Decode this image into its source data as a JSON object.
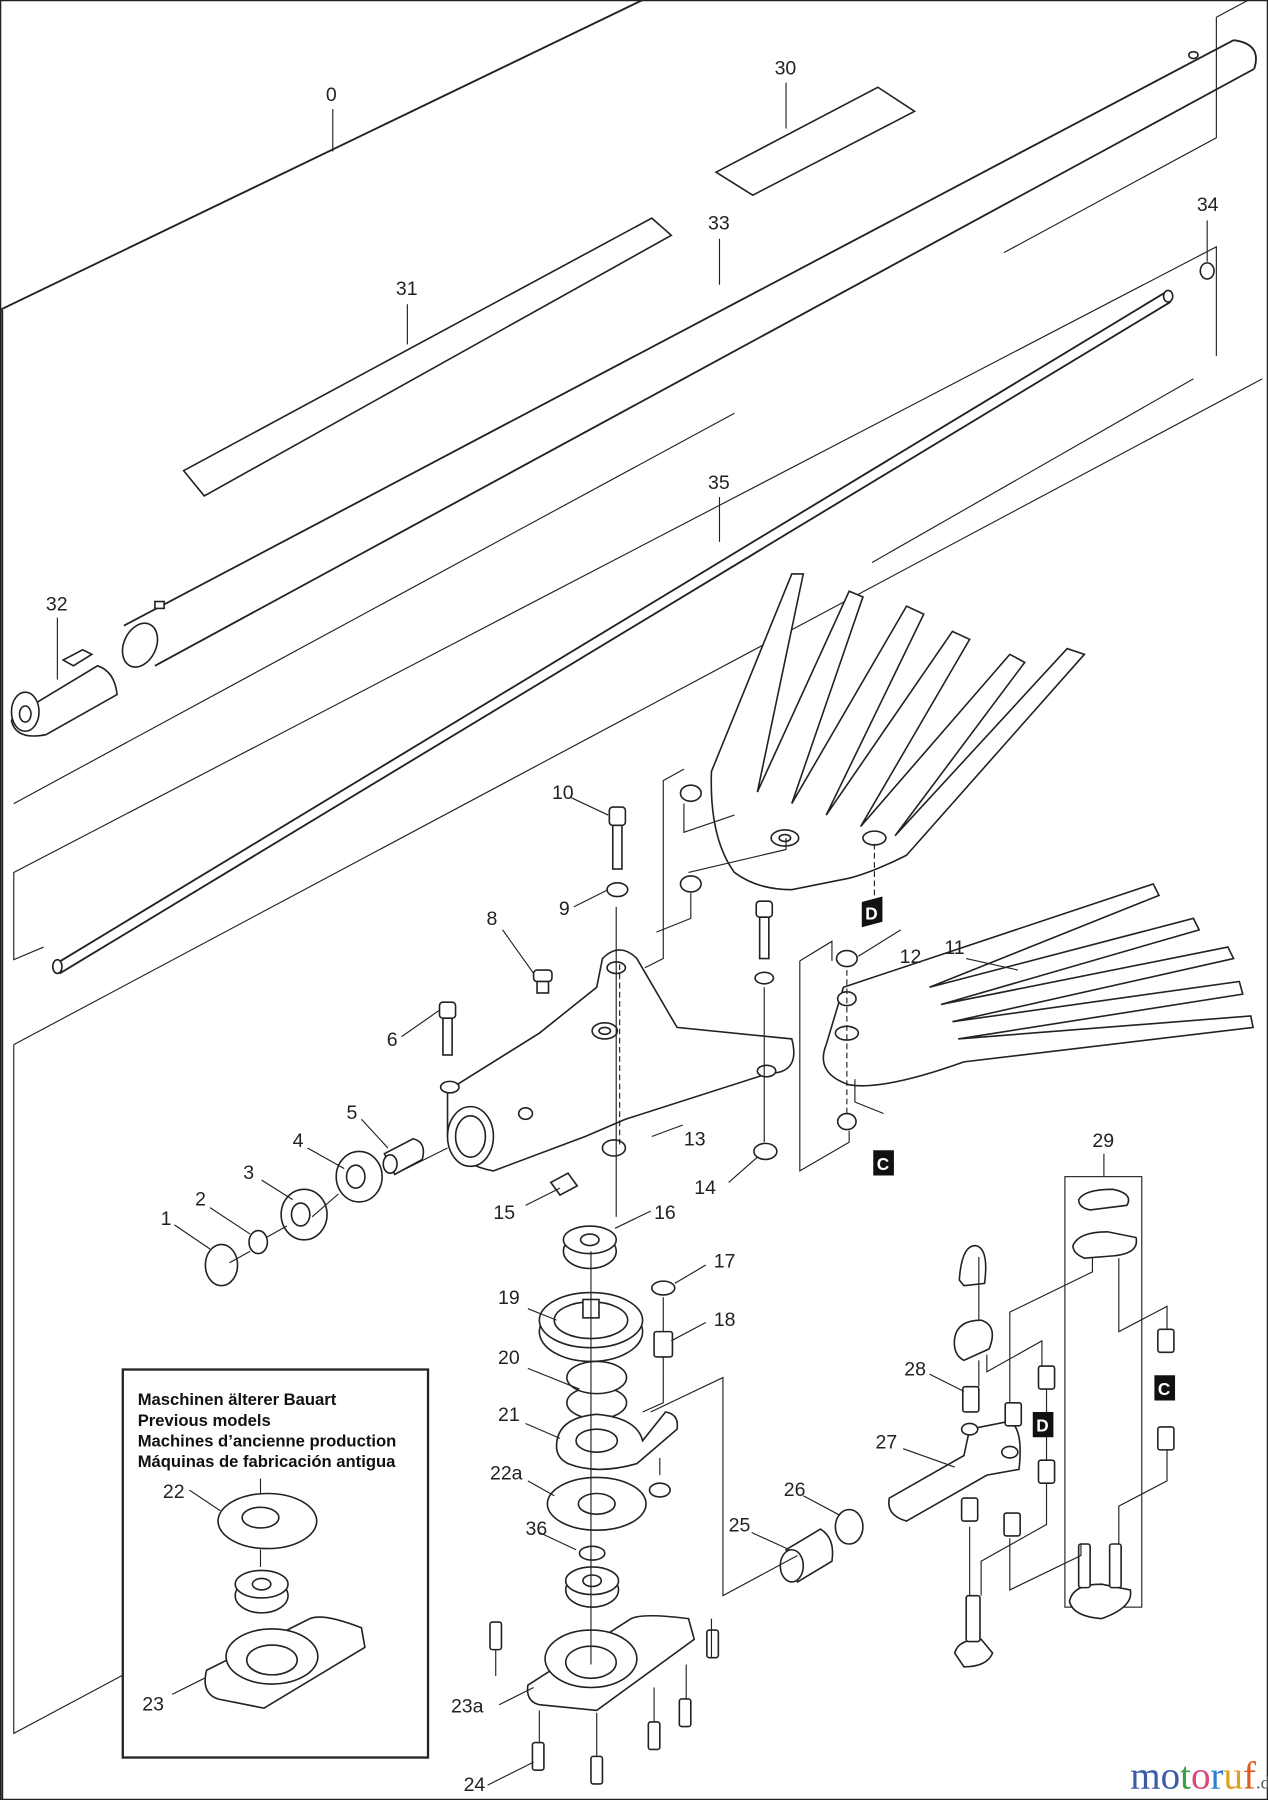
{
  "diagram": {
    "title": "Exploded parts diagram - hedge/brush attachment head",
    "part_labels": [
      "0",
      "1",
      "2",
      "3",
      "4",
      "5",
      "6",
      "8",
      "9",
      "10",
      "11",
      "12",
      "13",
      "14",
      "15",
      "16",
      "17",
      "18",
      "19",
      "20",
      "21",
      "22",
      "22a",
      "23",
      "23a",
      "24",
      "25",
      "26",
      "27",
      "28",
      "29",
      "30",
      "31",
      "32",
      "33",
      "34",
      "35",
      "36"
    ],
    "reference_markers": {
      "C": "C",
      "D": "D"
    },
    "inset": {
      "lines": [
        "Maschinen älterer Bauart",
        "Previous models",
        "Machines d’ancienne production",
        "Máquinas de fabricación antigua"
      ],
      "part_labels": [
        "22",
        "23"
      ]
    },
    "watermark": {
      "letters": [
        "m",
        "o",
        "t",
        "o",
        "r",
        "u",
        "f"
      ],
      "colors": [
        "#3b5ba5",
        "#3b5ba5",
        "#3aa04a",
        "#e0457b",
        "#2f7fd0",
        "#e0a020",
        "#e05a20"
      ],
      "suffix": ".de"
    }
  }
}
